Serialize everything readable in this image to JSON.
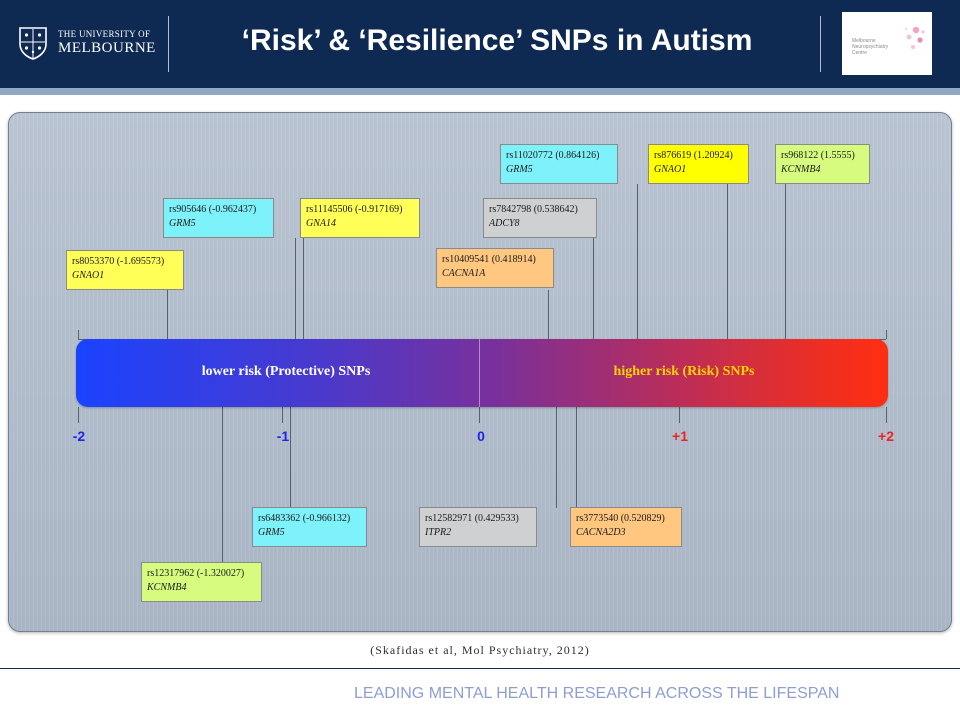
{
  "header": {
    "university_line1": "THE UNIVERSITY OF",
    "university_line2": "MELBOURNE",
    "title": "‘Risk’ & ‘Resilience’ SNPs in Autism",
    "partner_logo_text": "Melbourne Neuropsychiatry Centre",
    "colors": {
      "navy": "#0f2a52",
      "stripe": "#8fa8c4"
    }
  },
  "scale": {
    "left_label": "lower risk (Protective) SNPs",
    "right_label": "higher risk (Risk) SNPs",
    "ticks": [
      {
        "label": "-2",
        "color": "#2222ee"
      },
      {
        "label": "-1",
        "color": "#2222ee"
      },
      {
        "label": "0",
        "color": "#2222ee"
      },
      {
        "label": "+1",
        "color": "#ee2222"
      },
      {
        "label": "+2",
        "color": "#ee2222"
      }
    ],
    "colors": {
      "protective": "#1a43ff",
      "risk": "#ff2e12",
      "risk_label": "#ffd400"
    }
  },
  "snps": [
    {
      "id": "rs8053370 (-1.695573)",
      "gene": "GNAO1",
      "value": -1.695573,
      "color": "yellow"
    },
    {
      "id": "rs905646 (-0.962437)",
      "gene": "GRM5",
      "value": -0.962437,
      "color": "cyan"
    },
    {
      "id": "rs11145506 (-0.917169)",
      "gene": "GNA14",
      "value": -0.917169,
      "color": "yellow"
    },
    {
      "id": "rs10409541 (0.418914)",
      "gene": "CACNA1A",
      "value": 0.418914,
      "color": "orange"
    },
    {
      "id": "rs7842798 (0.538642)",
      "gene": "ADCY8",
      "value": 0.538642,
      "color": "gray"
    },
    {
      "id": "rs11020772 (0.864126)",
      "gene": "GRM5",
      "value": 0.864126,
      "color": "cyan"
    },
    {
      "id": "rs876619 (1.20924)",
      "gene": "GNAO1",
      "value": 1.20924,
      "color": "gold"
    },
    {
      "id": "rs968122 (1.5555)",
      "gene": "KCNMB4",
      "value": 1.5555,
      "color": "green"
    },
    {
      "id": "rs6483362 (-0.966132)",
      "gene": "GRM5",
      "value": -0.966132,
      "color": "cyan"
    },
    {
      "id": "rs12317962 (-1.320027)",
      "gene": "KCNMB4",
      "value": -1.320027,
      "color": "green"
    },
    {
      "id": "rs12582971 (0.429533)",
      "gene": "ITPR2",
      "value": 0.429533,
      "color": "gray"
    },
    {
      "id": "rs3773540 (0.520829)",
      "gene": "CACNA2D3",
      "value": 0.520829,
      "color": "orange"
    }
  ],
  "citation": "(Skafidas et al, Mol Psychiatry, 2012)",
  "tagline": "LEADING MENTAL HEALTH RESEARCH ACROSS THE LIFESPAN"
}
